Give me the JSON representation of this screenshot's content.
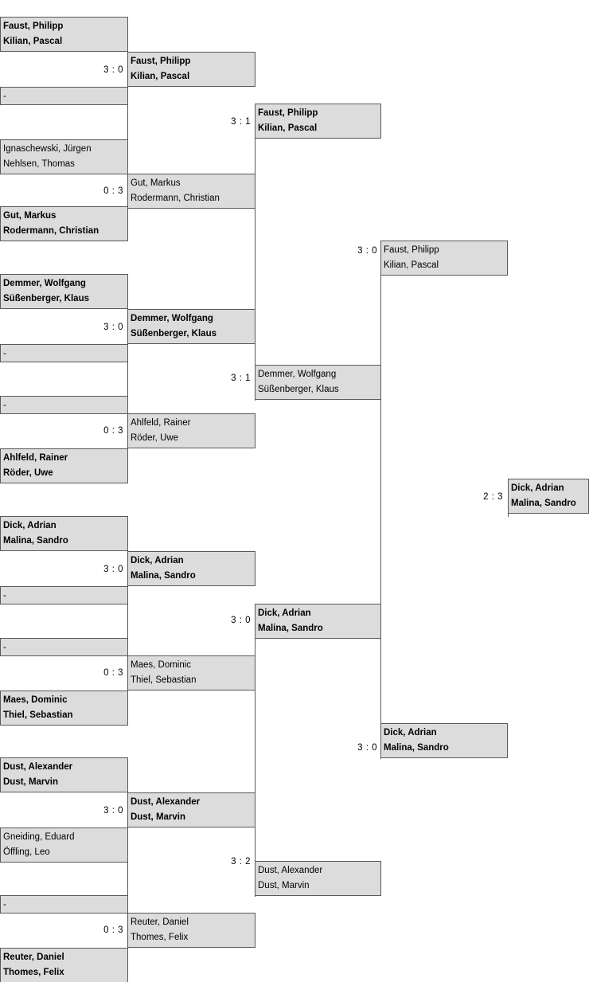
{
  "meta": {
    "title": "Tournament Bracket",
    "type": "single-elimination-doubles-bracket",
    "colors": {
      "box_fill": "#dcdcdc",
      "box_border": "#595959",
      "page_background": "#ffffff",
      "text": "#000000"
    }
  },
  "rounds": [
    {
      "name": "round-1",
      "matches": [
        {
          "id": "r1m1",
          "score": "3 : 0",
          "teams": [
            {
              "line1": "Faust, Philipp",
              "line2": "Kilian, Pascal",
              "winner": true
            },
            {
              "line1": "-",
              "line2": "",
              "winner": false
            }
          ]
        },
        {
          "id": "r1m2",
          "score": "0 : 3",
          "teams": [
            {
              "line1": "Ignaschewski, Jürgen",
              "line2": "Nehlsen, Thomas",
              "winner": false
            },
            {
              "line1": "Gut, Markus",
              "line2": "Rodermann, Christian",
              "winner": true
            }
          ]
        },
        {
          "id": "r1m3",
          "score": "3 : 0",
          "teams": [
            {
              "line1": "Demmer, Wolfgang",
              "line2": "Süßenberger, Klaus",
              "winner": true
            },
            {
              "line1": "-",
              "line2": "",
              "winner": false
            }
          ]
        },
        {
          "id": "r1m4",
          "score": "0 : 3",
          "teams": [
            {
              "line1": "-",
              "line2": "",
              "winner": false
            },
            {
              "line1": "Ahlfeld, Rainer",
              "line2": "Röder, Uwe",
              "winner": true
            }
          ]
        },
        {
          "id": "r1m5",
          "score": "3 : 0",
          "teams": [
            {
              "line1": "Dick, Adrian",
              "line2": "Malina, Sandro",
              "winner": true
            },
            {
              "line1": "-",
              "line2": "",
              "winner": false
            }
          ]
        },
        {
          "id": "r1m6",
          "score": "0 : 3",
          "teams": [
            {
              "line1": "-",
              "line2": "",
              "winner": false
            },
            {
              "line1": "Maes, Dominic",
              "line2": "Thiel, Sebastian",
              "winner": true
            }
          ]
        },
        {
          "id": "r1m7",
          "score": "3 : 0",
          "teams": [
            {
              "line1": "Dust, Alexander",
              "line2": "Dust, Marvin",
              "winner": true
            },
            {
              "line1": "Gneiding, Eduard",
              "line2": "Öffling, Leo",
              "winner": false
            }
          ]
        },
        {
          "id": "r1m8",
          "score": "0 : 3",
          "teams": [
            {
              "line1": "-",
              "line2": "",
              "winner": false
            },
            {
              "line1": "Reuter, Daniel",
              "line2": "Thomes, Felix",
              "winner": true
            }
          ]
        }
      ]
    },
    {
      "name": "round-2",
      "matches": [
        {
          "id": "r2m1",
          "score": "3 : 1",
          "teams": [
            {
              "line1": "Faust, Philipp",
              "line2": "Kilian, Pascal",
              "winner": true
            },
            {
              "line1": "Gut, Markus",
              "line2": "Rodermann, Christian",
              "winner": false
            }
          ]
        },
        {
          "id": "r2m2",
          "score": "3 : 1",
          "teams": [
            {
              "line1": "Demmer, Wolfgang",
              "line2": "Süßenberger, Klaus",
              "winner": true
            },
            {
              "line1": "Ahlfeld, Rainer",
              "line2": "Röder, Uwe",
              "winner": false
            }
          ]
        },
        {
          "id": "r2m3",
          "score": "3 : 0",
          "teams": [
            {
              "line1": "Dick, Adrian",
              "line2": "Malina, Sandro",
              "winner": true
            },
            {
              "line1": "Maes, Dominic",
              "line2": "Thiel, Sebastian",
              "winner": false
            }
          ]
        },
        {
          "id": "r2m4",
          "score": "3 : 2",
          "teams": [
            {
              "line1": "Dust, Alexander",
              "line2": "Dust, Marvin",
              "winner": true
            },
            {
              "line1": "Reuter, Daniel",
              "line2": "Thomes, Felix",
              "winner": false
            }
          ]
        }
      ]
    },
    {
      "name": "round-3",
      "matches": [
        {
          "id": "r3m1",
          "score": "3 : 0",
          "teams": [
            {
              "line1": "Faust, Philipp",
              "line2": "Kilian, Pascal",
              "winner": true
            },
            {
              "line1": "Demmer, Wolfgang",
              "line2": "Süßenberger, Klaus",
              "winner": false
            }
          ]
        },
        {
          "id": "r3m2",
          "score": "3 : 0",
          "teams": [
            {
              "line1": "Dick, Adrian",
              "line2": "Malina, Sandro",
              "winner": true
            },
            {
              "line1": "Dust, Alexander",
              "line2": "Dust, Marvin",
              "winner": false
            }
          ]
        }
      ]
    },
    {
      "name": "round-4-final",
      "matches": [
        {
          "id": "r4m1",
          "score": "2 : 3",
          "teams": [
            {
              "line1": "Faust, Philipp",
              "line2": "Kilian, Pascal",
              "winner": false
            },
            {
              "line1": "Dick, Adrian",
              "line2": "Malina, Sandro",
              "winner": true
            }
          ]
        }
      ]
    },
    {
      "name": "round-5-champion",
      "matches": [
        {
          "id": "champion",
          "score": "",
          "teams": [
            {
              "line1": "Dick, Adrian",
              "line2": "Malina, Sandro",
              "winner": true
            }
          ]
        }
      ]
    }
  ],
  "boxes": {
    "b1": {
      "line1": "Faust, Philipp",
      "line2": "Kilian, Pascal"
    },
    "b2": {
      "line1": "-",
      "line2": ""
    },
    "b3": {
      "line1": "Ignaschewski, Jürgen",
      "line2": "Nehlsen, Thomas"
    },
    "b4": {
      "line1": "Gut, Markus",
      "line2": "Rodermann, Christian"
    },
    "b5": {
      "line1": "Demmer, Wolfgang",
      "line2": "Süßenberger, Klaus"
    },
    "b6": {
      "line1": "-",
      "line2": ""
    },
    "b7": {
      "line1": "-",
      "line2": ""
    },
    "b8": {
      "line1": "Ahlfeld, Rainer",
      "line2": "Röder, Uwe"
    },
    "b9": {
      "line1": "Dick, Adrian",
      "line2": "Malina, Sandro"
    },
    "b10": {
      "line1": "-",
      "line2": ""
    },
    "b11": {
      "line1": "-",
      "line2": ""
    },
    "b12": {
      "line1": "Maes, Dominic",
      "line2": "Thiel, Sebastian"
    },
    "b13": {
      "line1": "Dust, Alexander",
      "line2": "Dust, Marvin"
    },
    "b14": {
      "line1": "Gneiding, Eduard",
      "line2": "Öffling, Leo"
    },
    "b15": {
      "line1": "-",
      "line2": ""
    },
    "b16": {
      "line1": "Reuter, Daniel",
      "line2": "Thomes, Felix"
    },
    "c1": {
      "line1": "Faust, Philipp",
      "line2": "Kilian, Pascal"
    },
    "c2": {
      "line1": "Gut, Markus",
      "line2": "Rodermann, Christian"
    },
    "c3": {
      "line1": "Demmer, Wolfgang",
      "line2": "Süßenberger, Klaus"
    },
    "c4": {
      "line1": "Ahlfeld, Rainer",
      "line2": "Röder, Uwe"
    },
    "c5": {
      "line1": "Dick, Adrian",
      "line2": "Malina, Sandro"
    },
    "c6": {
      "line1": "Maes, Dominic",
      "line2": "Thiel, Sebastian"
    },
    "c7": {
      "line1": "Dust, Alexander",
      "line2": "Dust, Marvin"
    },
    "c8": {
      "line1": "Reuter, Daniel",
      "line2": "Thomes, Felix"
    },
    "d1": {
      "line1": "Faust, Philipp",
      "line2": "Kilian, Pascal"
    },
    "d2": {
      "line1": "Demmer, Wolfgang",
      "line2": "Süßenberger, Klaus"
    },
    "d3": {
      "line1": "Dick, Adrian",
      "line2": "Malina, Sandro"
    },
    "d4": {
      "line1": "Dust, Alexander",
      "line2": "Dust, Marvin"
    },
    "e1": {
      "line1": "Faust, Philipp",
      "line2": "Kilian, Pascal"
    },
    "e2": {
      "line1": "Dick, Adrian",
      "line2": "Malina, Sandro"
    },
    "f1": {
      "line1": "Dick, Adrian",
      "line2": "Malina, Sandro"
    }
  },
  "scores": {
    "s1": "3 : 0",
    "s2": "0 : 3",
    "s3": "3 : 0",
    "s4": "0 : 3",
    "s5": "3 : 0",
    "s6": "0 : 3",
    "s7": "3 : 0",
    "s8": "0 : 3",
    "t1": "3 : 1",
    "t2": "3 : 1",
    "t3": "3 : 0",
    "t4": "3 : 2",
    "u1": "3 : 0",
    "u2": "3 : 0",
    "v1": "2 : 3"
  }
}
